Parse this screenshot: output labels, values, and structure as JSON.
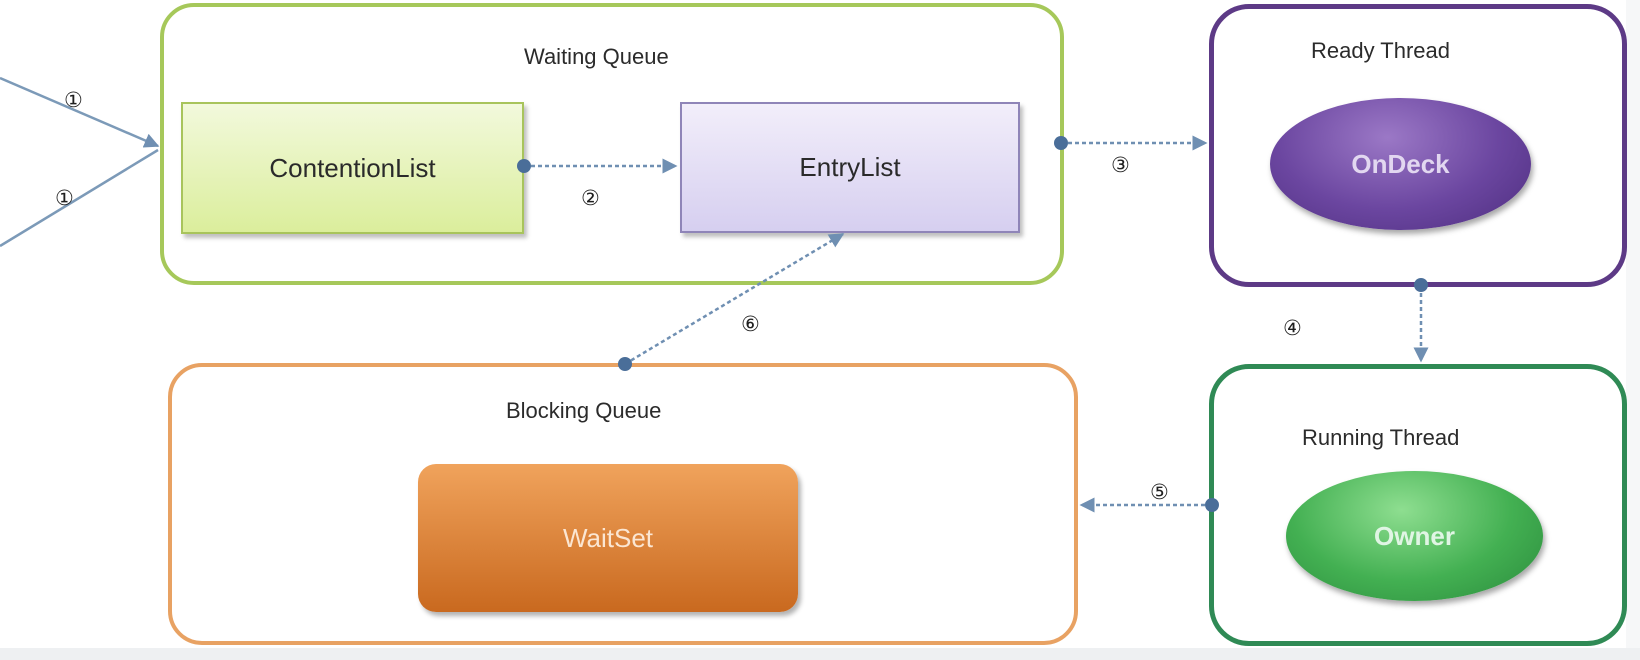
{
  "containers": {
    "waiting_queue": "Waiting Queue",
    "ready_thread": "Ready Thread",
    "running_thread": "Running Thread",
    "blocking_queue": "Blocking Queue"
  },
  "nodes": {
    "contention_list": "ContentionList",
    "entry_list": "EntryList",
    "ondeck": "OnDeck",
    "owner": "Owner",
    "wait_set": "WaitSet"
  },
  "steps": {
    "s1_top": "①",
    "s1_bottom": "①",
    "s2": "②",
    "s3": "③",
    "s4": "④",
    "s5": "⑤",
    "s6": "⑥"
  },
  "colors": {
    "waiting_queue_border": "#a6c85a",
    "ready_thread_border": "#5d3a86",
    "running_thread_border": "#2f8a55",
    "blocking_queue_border": "#e8a263",
    "connector": "#6f8fb2",
    "connector_dot": "#4a6e99"
  }
}
